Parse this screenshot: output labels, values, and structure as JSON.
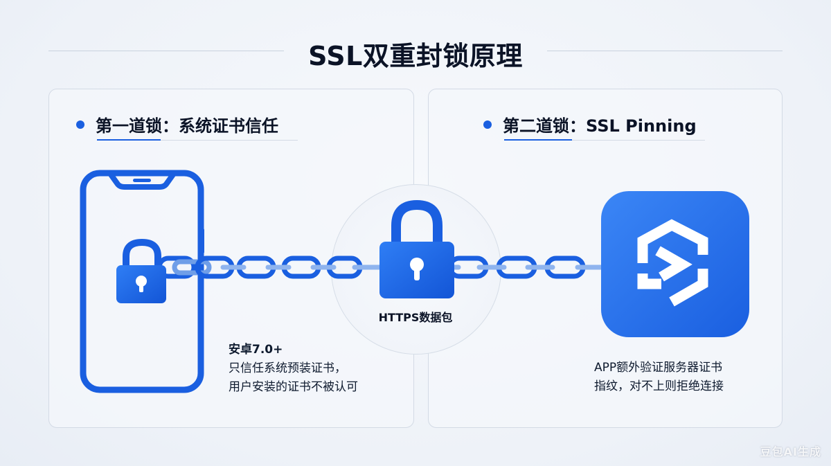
{
  "title": "SSL双重封锁原理",
  "left_panel": {
    "heading": "第一道锁：系统证书信任",
    "note_title": "安卓7.0+",
    "note_line1": "只信任系统预装证书，",
    "note_line2": "用户安装的证书不被认可"
  },
  "right_panel": {
    "heading": "第二道锁：SSL Pinning",
    "note_line1": "APP额外验证服务器证书",
    "note_line2": "指纹，对不上则拒绝连接"
  },
  "center": {
    "caption": "HTTPS数据包"
  },
  "watermark": "豆包AI生成",
  "colors": {
    "accent": "#1a5fe0",
    "text": "#0b1326"
  },
  "icons": [
    "phone-icon",
    "lock-icon",
    "chain-icon",
    "app-icon"
  ]
}
